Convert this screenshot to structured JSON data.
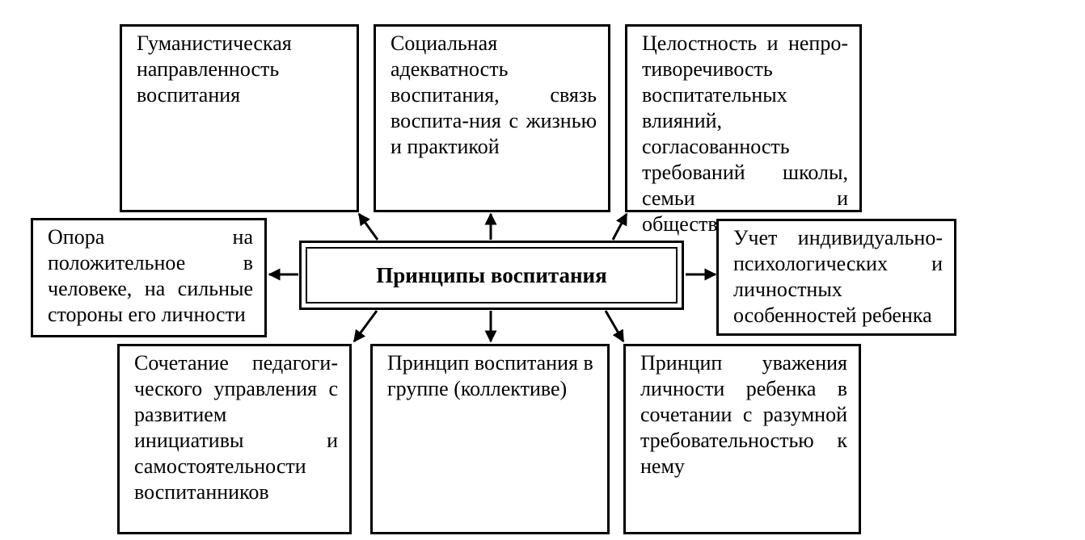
{
  "center_label": "Принципы воспитания",
  "principles": {
    "top_left": "Гуманистическая направленность воспитания",
    "top_middle": "Социальная адекватность воспитания, связь воспита-ния с жизнью и практикой",
    "top_right": "Целостность и непро-тиворечивость воспитательных влияний, согласованность требований школы, семьи и общественности",
    "middle_left": "Опора на положительное в человеке, на сильные стороны его личности",
    "middle_right": "Учет индивидуально-психологических и личностных особенностей ребенка",
    "bottom_left": "Сочетание педагоги-ческого управления с развитием инициативы и самостоятельности воспитанников",
    "bottom_middle": "Принцип воспитания в группе (коллективе)",
    "bottom_right": "Принцип уважения личности ребенка в сочетании с разумной требовательностью к нему"
  }
}
